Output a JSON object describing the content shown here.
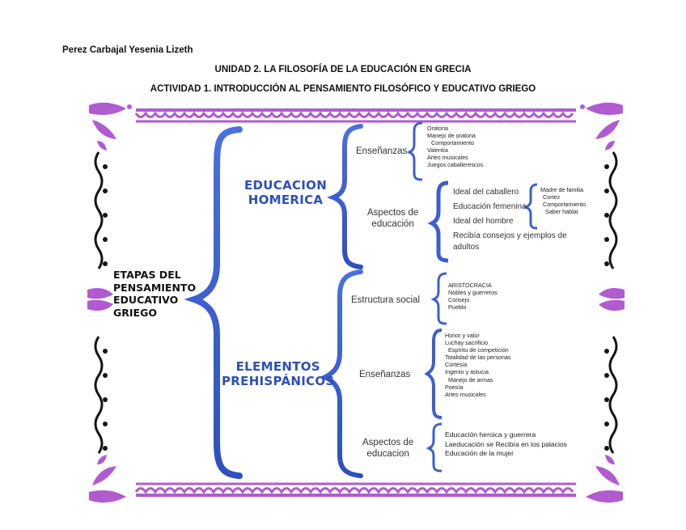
{
  "header": {
    "author": "Perez Carbajal Yesenia Lizeth",
    "unit": "UNIDAD 2. LA FILOSOFÍA DE LA EDUCACIÓN EN GRECIA",
    "activity": "ACTIVIDAD 1. INTRODUCCIÓN AL PENSAMIENTO FILOSÓFICO Y EDUCATIVO GRIEGO"
  },
  "diagram": {
    "root": [
      "ETAPAS DEL",
      "PENSAMIENTO",
      "EDUCATIVO",
      "GRIEGO"
    ],
    "homerica": {
      "title": [
        "EDUCACION",
        "HOMERICA"
      ],
      "ensenanzas": {
        "label": "Enseñanzas",
        "items": [
          "Oratoria",
          "Manejo de oratoria",
          "Comportamiento",
          "Valentía",
          "Artes musicales",
          "Juegos caballerescos"
        ]
      },
      "aspectos": {
        "label": [
          "Aspectos de",
          "educación"
        ],
        "items": [
          "Ideal del caballero",
          "Educación femenina",
          "Ideal del hombre",
          "Recibía consejos y ejemplos de",
          "adultos"
        ],
        "femenina_items": [
          "Madre de familia",
          "Cortez",
          "Comportamiento",
          "Saber hablar"
        ]
      }
    },
    "prehispanicos": {
      "title": [
        "ELEMENTOS",
        "PREHISPÁNICOS"
      ],
      "estructura": {
        "label": "Estructura social",
        "items": [
          "ARISTOCRACIA",
          "Nobles y guerreros",
          "Consejo",
          "Pueblo"
        ]
      },
      "ensenanzas": {
        "label": "Enseñanzas",
        "items": [
          "Honor y valor",
          "Luchay sacrificio",
          "Espíritu de competición",
          "Totalidad de las personas",
          "Cortesía",
          "Ingenio y astucia",
          "Manejo de armas",
          "Poesía",
          "Artes musicales"
        ]
      },
      "aspectos": {
        "label": [
          "Aspectos de",
          "educacion"
        ],
        "items": [
          "Educación heroica y guerrera",
          "Laeducación se Recibía en los palacios",
          "Educación de la mujer"
        ]
      }
    }
  },
  "colors": {
    "brace_blue": "#3b5fcf",
    "title_blue": "#2d4fb8",
    "border_purple": "#b05bd0",
    "border_purple_dark": "#8e3fb3",
    "ornament_black": "#151515"
  }
}
